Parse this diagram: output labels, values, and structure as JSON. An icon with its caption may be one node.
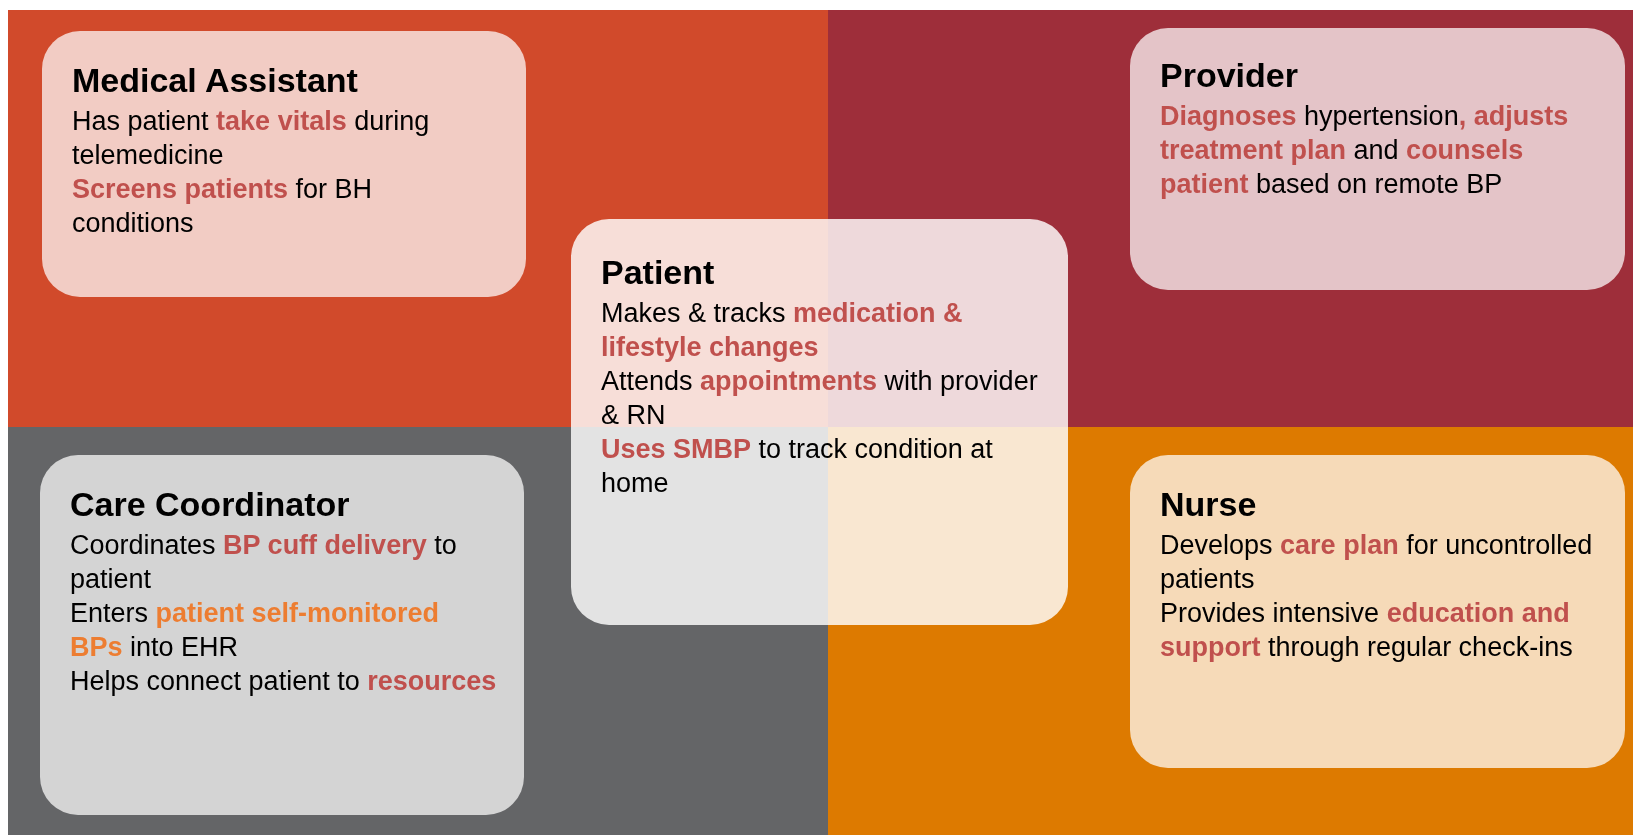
{
  "diagram": {
    "nodes": [
      {
        "text": [
          "Medical Assistant",
          "Has patient **take vitals** during telemedicine",
          "**Screens patients** for BH conditions"
        ]
      },
      {
        "text": [
          "Provider",
          "**Diagnoses** hypertension**, adjusts treatment plan** and **counsels patient** based on remote BP"
        ]
      },
      {
        "text": [
          "Patient",
          "Makes & tracks **medication & lifestyle changes**",
          "Attends **appointments** with provider & RN",
          "**Uses SMBP** to track condition at home"
        ]
      },
      {
        "text": [
          "Care Coordinator",
          "Coordinates **BP cuff delivery** to patient",
          "Enters **patient self-monitored BPs** into EHR",
          "Helps connect patient to **resources**"
        ]
      },
      {
        "text": [
          "Nurse",
          "Develops **care plan** for uncontrolled patients",
          "Provides intensive **education and support** through regular check-ins"
        ]
      }
    ],
    "edges": []
  }
}
